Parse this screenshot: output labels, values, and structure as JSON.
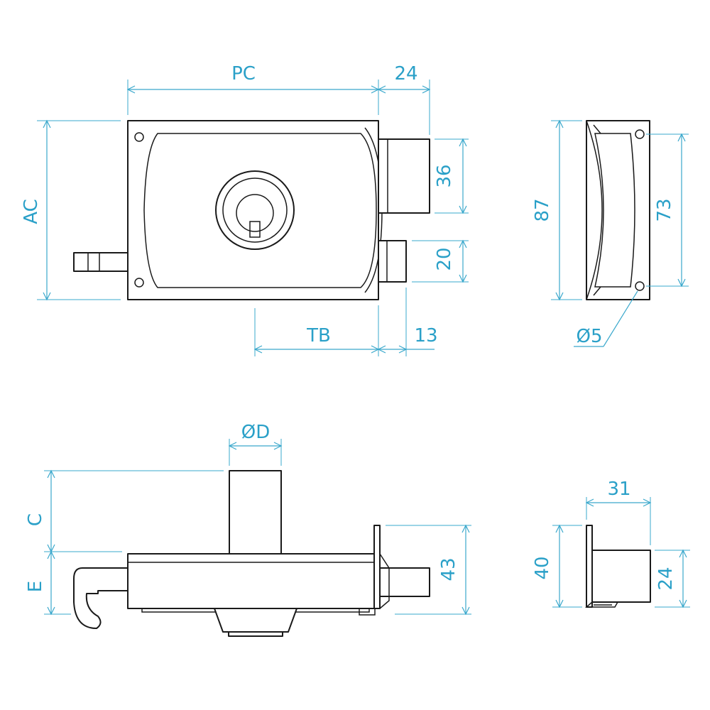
{
  "colors": {
    "dimension": "#2aa0c8",
    "outline": "#1a1a1a"
  },
  "front_view": {
    "dimensions": {
      "pc": "PC",
      "w24": "24",
      "ac": "AC",
      "h36": "36",
      "h20": "20",
      "tb": "TB",
      "w13": "13"
    }
  },
  "side_view": {
    "dimensions": {
      "h87": "87",
      "h73": "73",
      "hole": "Ø5"
    }
  },
  "top_view": {
    "dimensions": {
      "od": "ØD",
      "c": "C",
      "e": "E",
      "h43": "43"
    }
  },
  "keeper_view": {
    "dimensions": {
      "w31": "31",
      "h40": "40",
      "h24": "24"
    }
  }
}
